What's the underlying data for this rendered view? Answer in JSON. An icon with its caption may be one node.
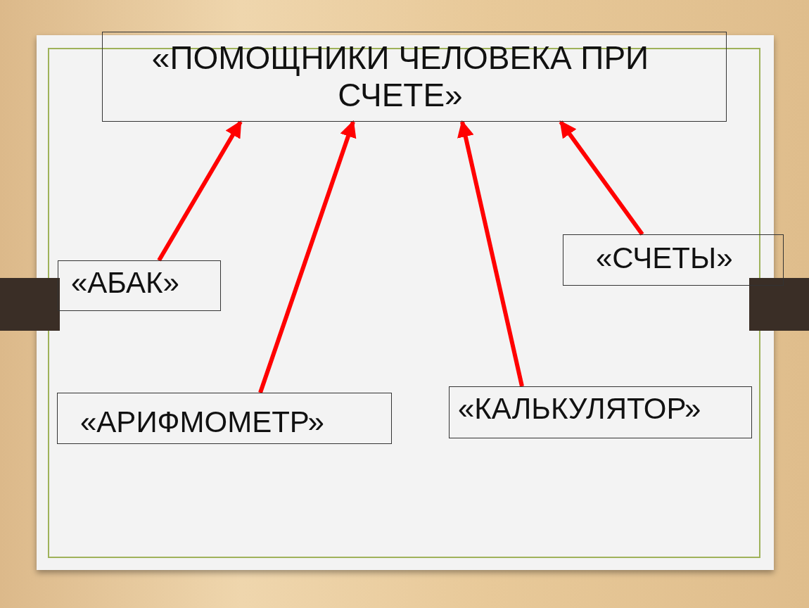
{
  "diagram": {
    "nodes": [
      {
        "text": [
          "«ПОМОЩНИКИ ЧЕЛОВЕКА ПРИ СЧЕТЕ»"
        ]
      },
      {
        "text": [
          "«АБАК»"
        ]
      },
      {
        "text": [
          "«СЧЕТЫ»"
        ]
      },
      {
        "text": [
          "«АРИФМОМЕТР»"
        ]
      },
      {
        "text": [
          "«КАЛЬКУЛЯТОР»"
        ]
      }
    ],
    "edges": [
      {
        "from": 1,
        "to": 0,
        "arrow": "to"
      },
      {
        "from": 3,
        "to": 0,
        "arrow": "to"
      },
      {
        "from": 4,
        "to": 0,
        "arrow": "to"
      },
      {
        "from": 2,
        "to": 0,
        "arrow": "to"
      }
    ]
  }
}
